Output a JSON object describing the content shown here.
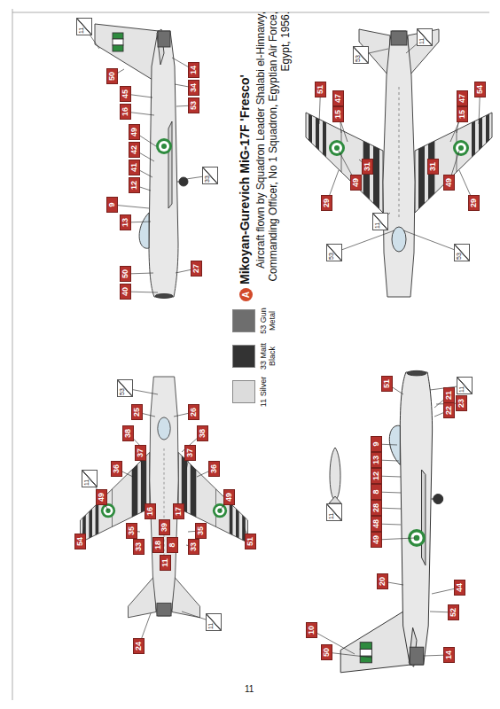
{
  "diagram": {
    "title": "Mikoyan-Gurevich MiG-17F 'Fresco'",
    "caption": "Aircraft flown by Squadron Leader Shalabi el-Hinnawy, Commanding Officer, No 1 Squadron, Egyptian Air Force, Egypt, 1956.",
    "labels": [
      "A",
      "11",
      "50",
      "45",
      "16",
      "14",
      "34",
      "53",
      "49",
      "42",
      "41",
      "12",
      "9",
      "13",
      "33",
      "27",
      "50",
      "40",
      "51",
      "47",
      "15",
      "29",
      "49",
      "31",
      "47",
      "15",
      "54",
      "29",
      "49",
      "31",
      "11",
      "53",
      "11",
      "53",
      "53",
      "53",
      "25",
      "26",
      "38",
      "38",
      "37",
      "37",
      "36",
      "36",
      "49",
      "49",
      "35",
      "33",
      "33",
      "35",
      "39",
      "18",
      "8",
      "16",
      "17",
      "11",
      "54",
      "51",
      "24",
      "11",
      "11",
      "11",
      "51",
      "21",
      "22",
      "23",
      "48",
      "28",
      "8",
      "12",
      "13",
      "9",
      "49",
      "20",
      "52",
      "44",
      "14",
      "10",
      "50",
      "11",
      "11"
    ],
    "legend": [
      {
        "text": "11 Silver",
        "color": "#dcdcdc"
      },
      {
        "text": "33 Matt Black",
        "color": "#333333"
      },
      {
        "text": "53 Gun Metal",
        "color": "#6e6e6e"
      }
    ]
  }
}
